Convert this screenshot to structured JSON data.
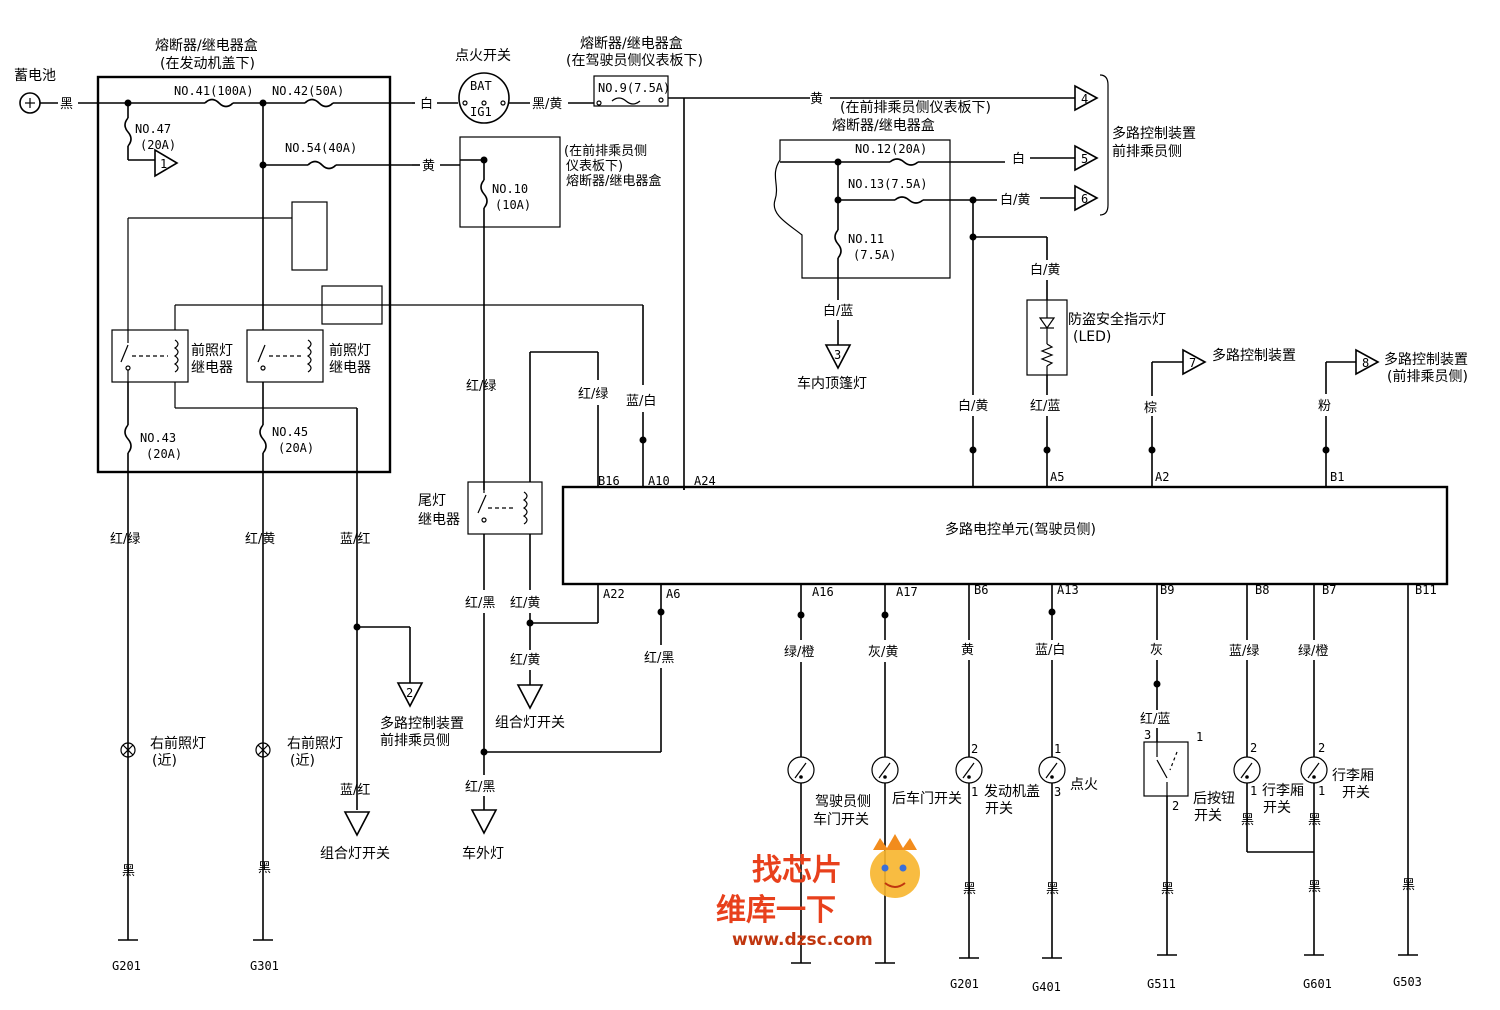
{
  "labels": {
    "battery": "蓄电池",
    "fuse_box_hood_1": "熔断器/继电器盒",
    "fuse_box_hood_2": "(在发动机盖下)",
    "ign_switch": "点火开关",
    "bat": "BAT",
    "ig1": "IG1",
    "fuse_box_driver_1": "熔断器/继电器盒",
    "fuse_box_driver_2": "(在驾驶员侧仪表板下)",
    "fuse_box_pass_1": "(在前排乘员侧",
    "fuse_box_pass_2": "仪表板下)",
    "fuse_box_pass_3": "熔断器/继电器盒",
    "fuse_box_pass2_1": "(在前排乘员侧仪表板下)",
    "fuse_box_pass2_2": "熔断器/继电器盒",
    "mux_front_1": "多路控制装置",
    "mux_front_2": "前排乘员侧",
    "headlight_relay_1a": "前照灯",
    "headlight_relay_1b": "继电器",
    "headlight_relay_2a": "前照灯",
    "headlight_relay_2b": "继电器",
    "tail_relay_1": "尾灯",
    "tail_relay_2": "继电器",
    "dome_light": "车内顶篷灯",
    "security_led_1": "防盗安全指示灯",
    "security_led_2": "(LED)",
    "mux_7": "多路控制装置",
    "mux_8_1": "多路控制装置",
    "mux_8_2": "(前排乘员侧)",
    "mux_unit": "多路电控单元(驾驶员侧)",
    "mux_2_1": "多路控制装置",
    "mux_2_2": "前排乘员侧",
    "combo_switch_1": "组合灯开关",
    "combo_switch_2": "组合灯开关",
    "exterior_lights": "车外灯",
    "right_headlight_a": "右前照灯",
    "right_headlight_a2": "(近)",
    "right_headlight_b": "右前照灯",
    "right_headlight_b2": "(近)",
    "driver_door_1": "驾驶员侧",
    "driver_door_2": "车门开关",
    "rear_door": "后车门开关",
    "hood_switch_1": "发动机盖",
    "hood_switch_2": "开关",
    "ignition": "点火",
    "rear_button_1": "后按钮",
    "rear_button_2": "开关",
    "trunk_1a": "行李厢",
    "trunk_1b": "开关",
    "trunk_2a": "行李厢",
    "trunk_2b": "开关"
  },
  "fuses": {
    "f41": "NO.41(100A)",
    "f42": "NO.42(50A)",
    "f47a": "NO.47",
    "f47b": "(20A)",
    "f54": "NO.54(40A)",
    "f9": "NO.9(7.5A)",
    "f10a": "NO.10",
    "f10b": "(10A)",
    "f12": "NO.12(20A)",
    "f13": "NO.13(7.5A)",
    "f11a": "NO.11",
    "f11b": "(7.5A)",
    "f43a": "NO.43",
    "f43b": "(20A)",
    "f45a": "NO.45",
    "f45b": "(20A)"
  },
  "wires": {
    "black_1": "黑",
    "white_1": "白",
    "black_yellow": "黑/黄",
    "yellow_1": "黄",
    "yellow_2": "黄",
    "white_2": "白",
    "white_yellow_1": "白/黄",
    "white_yellow_2": "白/黄",
    "white_yellow_3": "白/黄",
    "white_blue": "白/蓝",
    "red_blue_1": "红/蓝",
    "brown": "棕",
    "pink": "粉",
    "red_green_1": "红/绿",
    "red_green_2": "红/绿",
    "blue_white_1": "蓝/白",
    "red_green_3": "红/绿",
    "red_yellow_1": "红/黄",
    "blue_red_1": "蓝/红",
    "red_black_1": "红/黑",
    "red_yellow_2": "红/黄",
    "red_yellow_3": "红/黄",
    "red_black_2": "红/黑",
    "red_black_3": "红/黑",
    "blue_red_2": "蓝/红",
    "green_orange_1": "绿/橙",
    "gray_yellow": "灰/黄",
    "yellow_3": "黄",
    "blue_white_2": "蓝/白",
    "gray": "灰",
    "blue_green": "蓝/绿",
    "green_orange_2": "绿/橙",
    "red_blue_2": "红/蓝",
    "black_a": "黑",
    "black_b": "黑",
    "black_c": "黑",
    "black_d": "黑",
    "black_e": "黑",
    "black_f": "黑",
    "black_g": "黑",
    "black_h": "黑",
    "black_i": "黑"
  },
  "pins": {
    "b16": "B16",
    "a10": "A10",
    "a24": "A24",
    "a5": "A5",
    "a2": "A2",
    "b1": "B1",
    "a22": "A22",
    "a6": "A6",
    "a16": "A16",
    "a17": "A17",
    "b6": "B6",
    "a13": "A13",
    "b9": "B9",
    "b8": "B8",
    "b7": "B7",
    "b11": "B11"
  },
  "connectors": {
    "c1": "1",
    "c2": "2",
    "c3": "3",
    "c4": "4",
    "c5": "5",
    "c6": "6",
    "c7": "7",
    "c8": "8"
  },
  "switch_pins": {
    "hood_top": "2",
    "hood_bottom": "1",
    "ign_top": "1",
    "ign_bottom": "3",
    "rear_3": "3",
    "rear_1": "1",
    "rear_2": "2",
    "trunk1_top": "2",
    "trunk1_bottom": "1",
    "trunk2_top": "2",
    "trunk2_bottom": "1"
  },
  "grounds": {
    "g201_a": "G201",
    "g301": "G301",
    "g201_b": "G201",
    "g401": "G401",
    "g511": "G511",
    "g601": "G601",
    "g503": "G503"
  },
  "watermark": {
    "line1": "找芯片",
    "line2": "维库一下",
    "url": "www.dzsc.com"
  },
  "colors": {
    "ink": "#000000",
    "paper": "#ffffff",
    "watermark": "#e8401c"
  }
}
